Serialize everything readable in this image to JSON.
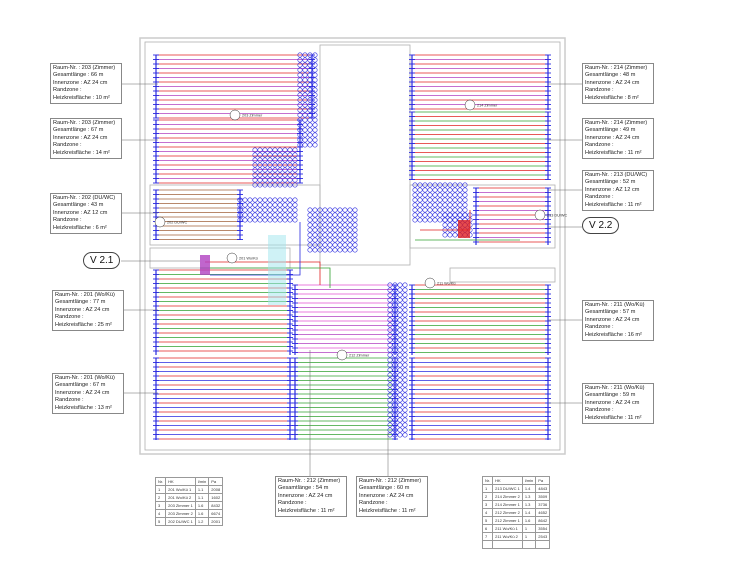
{
  "labels": [
    {
      "raum": "Raum-Nr. : 203 (Zimmer)",
      "laenge": "Gesamtlänge : 66 m",
      "innen": "Innenzone : AZ 24 cm",
      "rand": "Randzone :",
      "flaeche": "Heizkreisfläche : 10 m²"
    },
    {
      "raum": "Raum-Nr. : 203 (Zimmer)",
      "laenge": "Gesamtlänge : 67 m",
      "innen": "Innenzone : AZ 24 cm",
      "rand": "Randzone :",
      "flaeche": "Heizkreisfläche : 14 m²"
    },
    {
      "raum": "Raum-Nr. : 202 (DU/WC)",
      "laenge": "Gesamtlänge : 43 m",
      "innen": "Innenzone : AZ 12 cm",
      "rand": "Randzone :",
      "flaeche": "Heizkreisfläche : 6 m²"
    },
    {
      "raum": "Raum-Nr. : 201 (Wo/Kü)",
      "laenge": "Gesamtlänge : 77 m",
      "innen": "Innenzone : AZ 24 cm",
      "rand": "Randzone :",
      "flaeche": "Heizkreisfläche : 25 m²"
    },
    {
      "raum": "Raum-Nr. : 201 (Wo/Kü)",
      "laenge": "Gesamtlänge : 67 m",
      "innen": "Innenzone : AZ 24 cm",
      "rand": "Randzone :",
      "flaeche": "Heizkreisfläche : 13 m²"
    },
    {
      "raum": "Raum-Nr. : 214 (Zimmer)",
      "laenge": "Gesamtlänge : 48 m",
      "innen": "Innenzone : AZ 24 cm",
      "rand": "Randzone :",
      "flaeche": "Heizkreisfläche : 8 m²"
    },
    {
      "raum": "Raum-Nr. : 214 (Zimmer)",
      "laenge": "Gesamtlänge : 49 m",
      "innen": "Innenzone : AZ 24 cm",
      "rand": "Randzone :",
      "flaeche": "Heizkreisfläche : 11 m²"
    },
    {
      "raum": "Raum-Nr. : 213 (DU/WC)",
      "laenge": "Gesamtlänge : 52 m",
      "innen": "Innenzone : AZ 12 cm",
      "rand": "Randzone :",
      "flaeche": "Heizkreisfläche : 11 m²"
    },
    {
      "raum": "Raum-Nr. : 211 (Wo/Kü)",
      "laenge": "Gesamtlänge : 57 m",
      "innen": "Innenzone : AZ 24 cm",
      "rand": "Randzone :",
      "flaeche": "Heizkreisfläche : 16 m²"
    },
    {
      "raum": "Raum-Nr. : 211 (Wo/Kü)",
      "laenge": "Gesamtlänge : 59 m",
      "innen": "Innenzone : AZ 24 cm",
      "rand": "Randzone :",
      "flaeche": "Heizkreisfläche : 11 m²"
    },
    {
      "raum": "Raum-Nr. : 212 (Zimmer)",
      "laenge": "Gesamtlänge : 54 m",
      "innen": "Innenzone : AZ 24 cm",
      "rand": "Randzone :",
      "flaeche": "Heizkreisfläche : 11 m²"
    },
    {
      "raum": "Raum-Nr. : 212 (Zimmer)",
      "laenge": "Gesamtlänge : 60 m",
      "innen": "Innenzone : AZ 24 cm",
      "rand": "Randzone :",
      "flaeche": "Heizkreisfläche : 11 m²"
    }
  ],
  "distributors": {
    "v21": "V 2.1",
    "v22": "V 2.2"
  },
  "room_stamps": [
    "203 Zimmer",
    "202 DU/WC",
    "201 Wo/Kü",
    "212 Zimmer",
    "214 Zimmer",
    "213 DU/WC",
    "211 Wo/Kü"
  ],
  "tables": {
    "header": [
      "Nr.",
      "HK",
      "l/min",
      "Pa"
    ],
    "v21": [
      [
        "1",
        "201 Wo/Kü 1",
        "1.1",
        "2008"
      ],
      [
        "2",
        "201 Wo/Kü 2",
        "1.1",
        "1602"
      ],
      [
        "3",
        "203 Zimmer 1",
        "1.6",
        "8432"
      ],
      [
        "4",
        "203 Zimmer 2",
        "1.6",
        "6674"
      ],
      [
        "5",
        "202 DU/WC 1",
        "1.2",
        "2001"
      ]
    ],
    "v22": [
      [
        "1",
        "213 DU/WC 1",
        "1.4",
        "4843"
      ],
      [
        "2",
        "214 Zimmer 2",
        "1.3",
        "3509"
      ],
      [
        "3",
        "214 Zimmer 1",
        "1.3",
        "3736"
      ],
      [
        "4",
        "212 Zimmer 2",
        "1.4",
        "4652"
      ],
      [
        "5",
        "212 Zimmer 1",
        "1.6",
        "8642"
      ],
      [
        "6",
        "211 Wo/Kü 1",
        "1",
        "3554"
      ],
      [
        "7",
        "211 Wo/Kü 2",
        "1",
        "2543"
      ]
    ]
  },
  "colors": {
    "supply": "#e02020",
    "return_purple": "#b040c0",
    "return_green": "#30a030",
    "return_blue": "#2a2ae0",
    "brown": "#a0603a",
    "pink": "#e050d0",
    "walls": "#b0b0b0"
  }
}
